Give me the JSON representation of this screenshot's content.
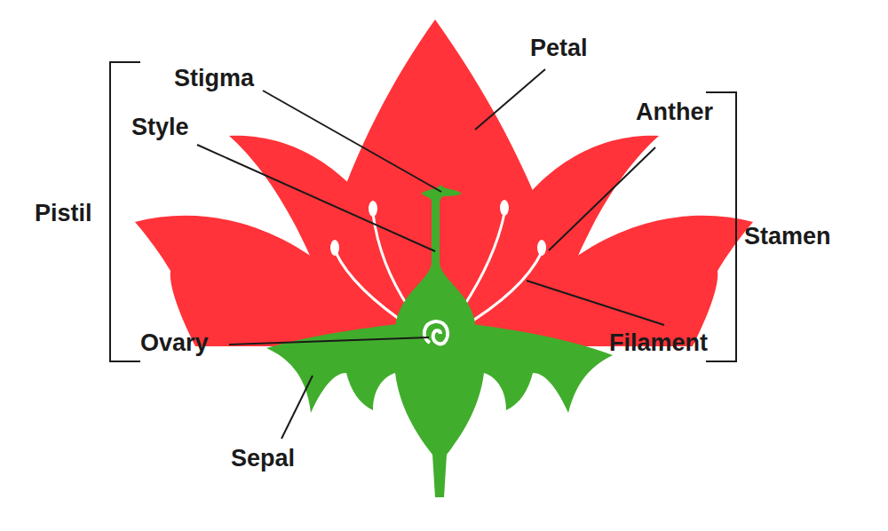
{
  "diagram": {
    "labels": [
      "Petal",
      "Stigma",
      "Style",
      "Anther",
      "Pistil",
      "Stamen",
      "Ovary",
      "Filament",
      "Sepal"
    ]
  }
}
